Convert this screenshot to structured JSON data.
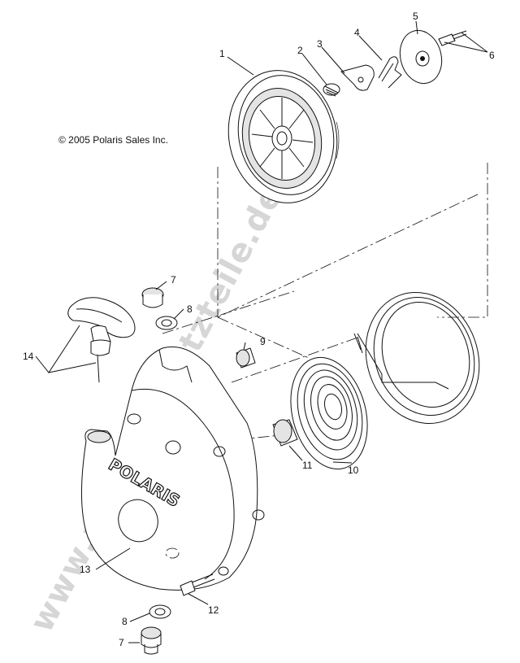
{
  "copyright": "© 2005 Polaris Sales Inc.",
  "watermark": "www.polarisersatzteile.de",
  "brand_text": "POLARIS",
  "callouts": [
    {
      "id": "c1",
      "text": "1"
    },
    {
      "id": "c2",
      "text": "2"
    },
    {
      "id": "c3",
      "text": "3"
    },
    {
      "id": "c4",
      "text": "4"
    },
    {
      "id": "c5",
      "text": "5"
    },
    {
      "id": "c6",
      "text": "6"
    },
    {
      "id": "c7a",
      "text": "7"
    },
    {
      "id": "c8a",
      "text": "8"
    },
    {
      "id": "c9",
      "text": "9"
    },
    {
      "id": "c10",
      "text": "10"
    },
    {
      "id": "c11",
      "text": "11"
    },
    {
      "id": "c12",
      "text": "12"
    },
    {
      "id": "c13",
      "text": "13"
    },
    {
      "id": "c14",
      "text": "14"
    },
    {
      "id": "c8b",
      "text": "8"
    },
    {
      "id": "c7b",
      "text": "7"
    }
  ]
}
